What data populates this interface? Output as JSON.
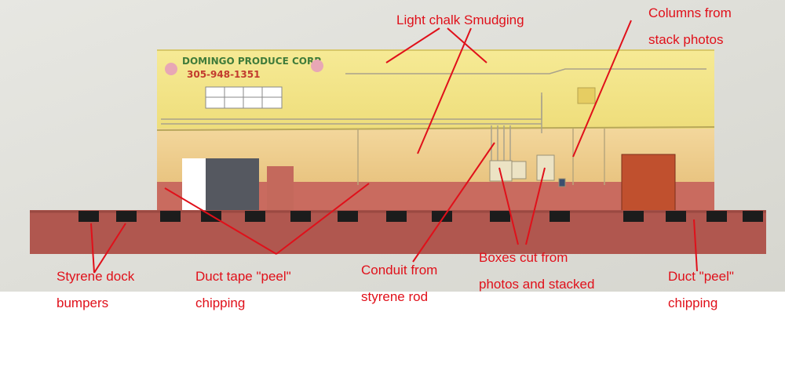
{
  "photo": {
    "subject": "model-building",
    "sign": {
      "lettering": "DOMINGO PRODUCE CORP",
      "phone": "305-948-1351"
    }
  },
  "colors": {
    "annotation": "#e0101a",
    "wall": "#f3e489",
    "wall_lower": "#c76a5e",
    "dock": "#b0574f",
    "bumper": "#1c1c1c",
    "door": "#c0502e"
  },
  "annotations": [
    {
      "id": "chalk",
      "lines": [
        "Light chalk Smudging"
      ]
    },
    {
      "id": "columns",
      "lines": [
        "Columns from",
        "stack photos"
      ]
    },
    {
      "id": "bumpers",
      "lines": [
        "Styrene dock",
        "bumpers"
      ]
    },
    {
      "id": "duct-tape",
      "lines": [
        "Duct tape \"peel\"",
        "chipping"
      ]
    },
    {
      "id": "conduit",
      "lines": [
        "Conduit from",
        "styrene rod"
      ]
    },
    {
      "id": "boxes",
      "lines": [
        "Boxes cut from",
        "photos and stacked"
      ]
    },
    {
      "id": "duct",
      "lines": [
        "Duct \"peel\"",
        "chipping"
      ]
    }
  ]
}
